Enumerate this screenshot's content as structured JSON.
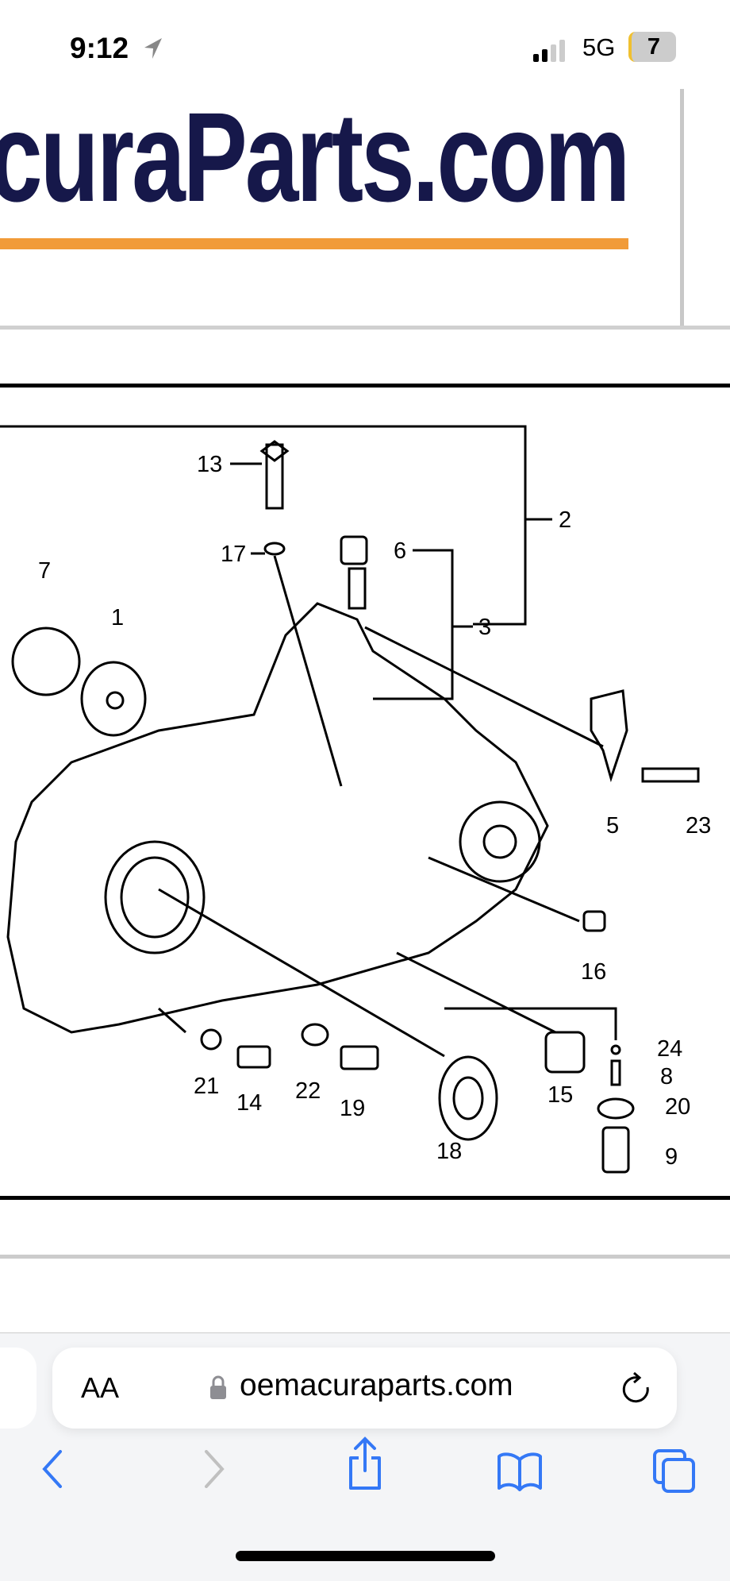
{
  "status_bar": {
    "time": "9:12",
    "network": "5G",
    "battery": "7"
  },
  "page": {
    "logo_text": "curaParts.com",
    "diagram_labels": [
      "13",
      "17",
      "6",
      "2",
      "3",
      "7",
      "1",
      "5",
      "23",
      "16",
      "24",
      "8",
      "20",
      "9",
      "15",
      "18",
      "21",
      "14",
      "22",
      "19"
    ]
  },
  "browser": {
    "text_size_label": "AA",
    "url": "oemacuraparts.com"
  },
  "colors": {
    "brand_navy": "#16184a",
    "brand_orange": "#f19b38",
    "accent": "#3478f6"
  }
}
